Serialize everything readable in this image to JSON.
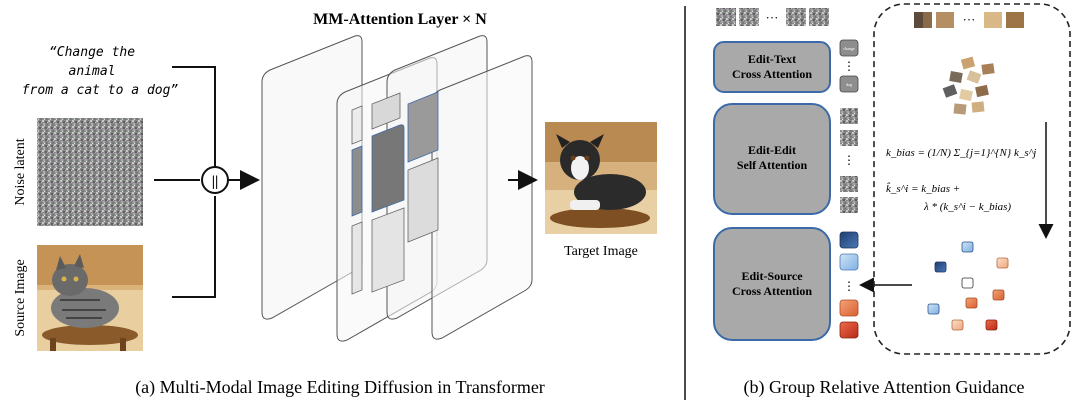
{
  "left_panel": {
    "layer_title": "MM-Attention Layer × N",
    "prompt_lines": [
      "“Change the",
      "animal",
      "from a cat to a dog”"
    ],
    "noise_label": "Noise latent",
    "source_label": "Source Image",
    "concat_symbol": "||",
    "target_label": "Target Image",
    "caption": "(a) Multi-Modal Image Editing Diffusion in Transformer"
  },
  "right_panel": {
    "caption": "(b) Group Relative Attention Guidance",
    "ellipsis": "···",
    "vdots": "⋮",
    "box_edit_text": [
      "Edit-Text",
      "Cross Attention"
    ],
    "box_edit_edit": [
      "Edit-Edit",
      "Self Attention"
    ],
    "box_edit_source": [
      "Edit-Source",
      "Cross Attention"
    ],
    "token_labels": [
      "change",
      "dog"
    ],
    "formula_1": "k_bias = (1/N) Σ_{j=1}^{N} k_s^j",
    "formula_2a": "k̂_s^i  = k_bias +",
    "formula_2b": "λ * (k_s^i − k_bias)"
  },
  "colors": {
    "box_fill": "#a9a9a9",
    "box_stroke": "#3c6aa8",
    "dashed_stroke": "#222222",
    "dark_blue": "#2a4f86",
    "light_blue": "#9ec4ea",
    "peach": "#f2b894",
    "orange": "#e07a4a",
    "red": "#c93a22"
  }
}
